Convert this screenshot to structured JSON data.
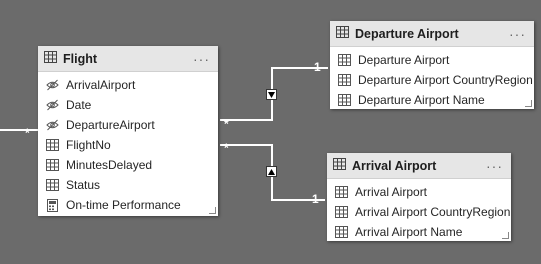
{
  "tables": {
    "flight": {
      "title": "Flight",
      "more": "···",
      "fields": [
        {
          "label": "ArrivalAirport",
          "icon": "hidden-eye-icon"
        },
        {
          "label": "Date",
          "icon": "hidden-eye-icon"
        },
        {
          "label": "DepartureAirport",
          "icon": "hidden-eye-icon"
        },
        {
          "label": "FlightNo",
          "icon": "column-icon"
        },
        {
          "label": "MinutesDelayed",
          "icon": "column-icon"
        },
        {
          "label": "Status",
          "icon": "column-icon"
        },
        {
          "label": "On-time Performance",
          "icon": "calculator-icon"
        }
      ]
    },
    "departure_airport": {
      "title": "Departure Airport",
      "more": "···",
      "fields": [
        {
          "label": "Departure Airport",
          "icon": "column-icon"
        },
        {
          "label": "Departure Airport CountryRegion",
          "icon": "column-icon"
        },
        {
          "label": "Departure Airport Name",
          "icon": "column-icon"
        }
      ]
    },
    "arrival_airport": {
      "title": "Arrival Airport",
      "more": "···",
      "fields": [
        {
          "label": "Arrival Airport",
          "icon": "column-icon"
        },
        {
          "label": "Arrival Airport CountryRegion",
          "icon": "column-icon"
        },
        {
          "label": "Arrival Airport Name",
          "icon": "column-icon"
        }
      ]
    }
  },
  "relationships": {
    "incoming_many": "*",
    "departure_many": "*",
    "departure_one": "1",
    "arrival_many": "*",
    "arrival_one": "1"
  },
  "colors": {
    "canvas": "#6b6b6b",
    "card_header": "#e6e6e6",
    "connector": "#ffffff"
  }
}
